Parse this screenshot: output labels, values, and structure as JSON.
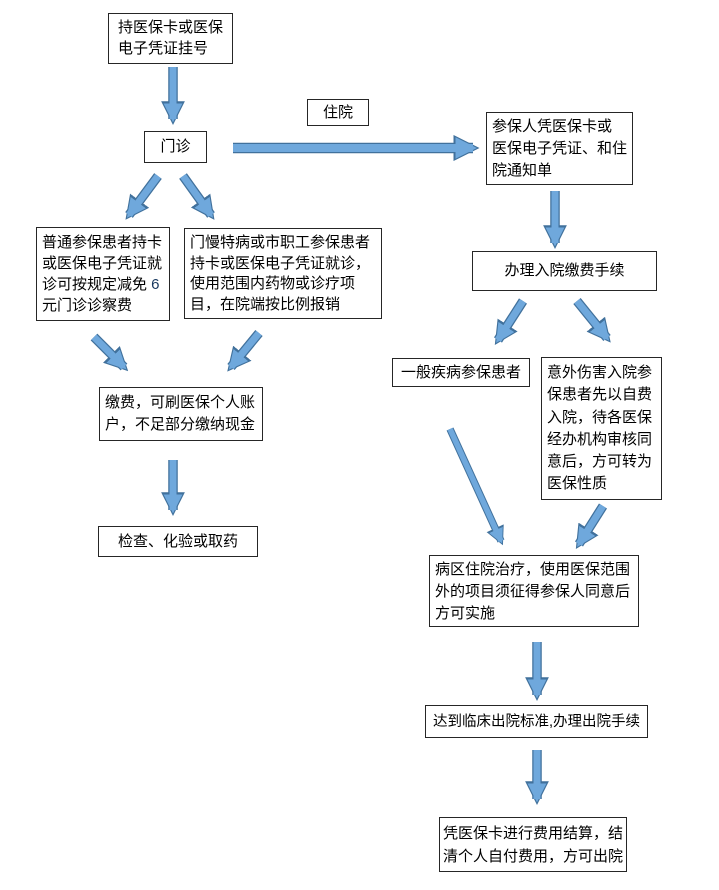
{
  "colors": {
    "arrow_fill": "#6fa8dc",
    "arrow_outline": "#41719c",
    "box_border": "#262626",
    "text": "#000000",
    "highlight_number": "#17375e",
    "background": "#ffffff"
  },
  "nodes": {
    "register": {
      "lines": [
        "持医保卡或医保",
        "电子凭证挂号"
      ]
    },
    "outpatient": {
      "label": "门诊"
    },
    "inpatient": {
      "label": "住院"
    },
    "admission_docs": {
      "lines": [
        "参保人凭医保卡或",
        "医保电子凭证、和住",
        "院通知单"
      ]
    },
    "admission_pay": {
      "label": "办理入院缴费手续"
    },
    "general_patient": {
      "label": "一般疾病参保患者"
    },
    "accident_patient": {
      "text": "意外伤害入院参保患者先以自费入院，待各医保经办机构审核同意后，方可转为医保性质"
    },
    "ward": {
      "text": "病区住院治疗，使用医保范围外的项目须征得参保人同意后方可实施"
    },
    "discharge_standard": {
      "label": "达到临床出院标准,办理出院手续"
    },
    "settlement": {
      "lines": [
        "凭医保卡进行费用结算，结",
        "清个人自付费用，方可出院"
      ]
    },
    "ordinary_patient": {
      "text_before": "普通参保患者持卡或医保电子凭证就诊可按规定减免 ",
      "highlight": "6",
      "text_after": " 元门诊诊察费"
    },
    "chronic_patient": {
      "text": "门慢特病或市职工参保患者持卡或医保电子凭证就诊，使用范围内药物或诊疗项目，在院端按比例报销"
    },
    "payment": {
      "text": "缴费，可刷医保个人账户，不足部分缴纳现金"
    },
    "check": {
      "label": "检查、化验或取药"
    }
  }
}
